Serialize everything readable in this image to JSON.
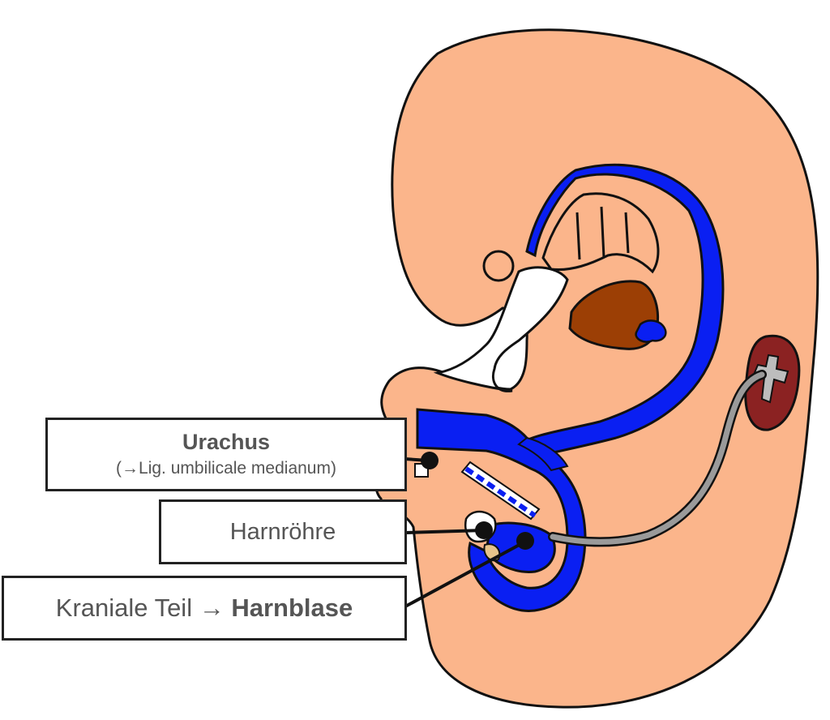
{
  "colors": {
    "body": "#fbb58b",
    "outline": "#111111",
    "cloaca": "#0a1ff2",
    "liver": "#9c3f05",
    "kidney": "#8b2222",
    "ureter": "#9a9a9a",
    "background": "#ffffff"
  },
  "labels": {
    "urachus": {
      "title": "Urachus",
      "subtitle": "(→Lig. umbilicale medianum)"
    },
    "urethra": {
      "text": "Harnröhre"
    },
    "bladder": {
      "prefix": "Kraniale Teil → ",
      "bold": "Harnblase"
    }
  }
}
